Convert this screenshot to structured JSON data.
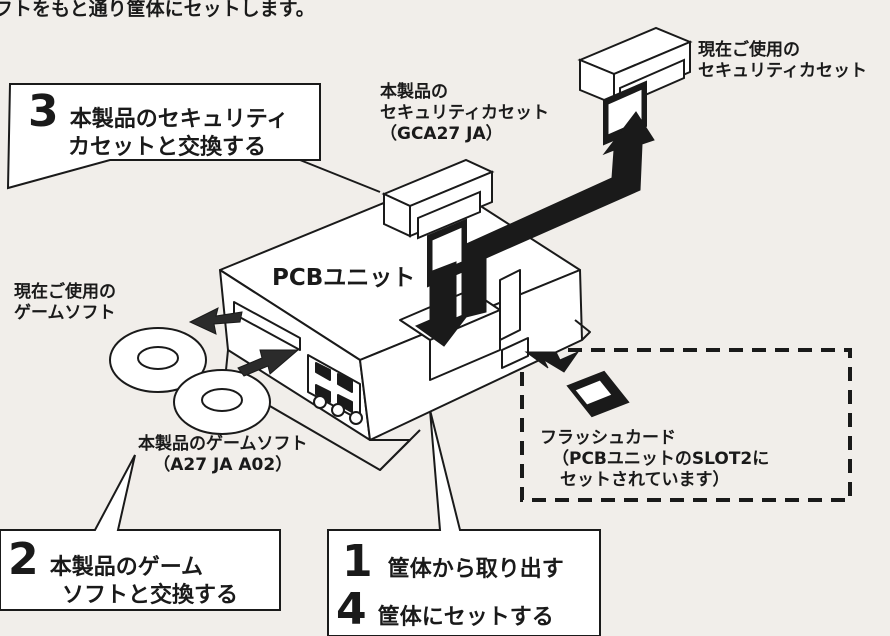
{
  "header": {
    "top_text": "フトをもと通り筐体にセットします。"
  },
  "labels": {
    "current_cassette": [
      "現在ご使用の",
      "セキュリティカセット"
    ],
    "product_cassette": [
      "本製品の",
      "セキュリティカセット",
      "（GCA27 JA）"
    ],
    "pcb_unit": "PCBユニット",
    "current_soft": [
      "現在ご使用の",
      "ゲームソフト"
    ],
    "product_soft": [
      "本製品のゲームソフト",
      "（A27 JA A02）"
    ],
    "flash_card": [
      "フラッシュカード",
      "（PCBユニットのSLOT2に",
      "セットされています）"
    ]
  },
  "callouts": {
    "step3": {
      "num": "3",
      "line1": "本製品のセキュリティ",
      "line2": "カセットと交換する"
    },
    "step2": {
      "num": "2",
      "line1": "本製品のゲーム",
      "line2": "ソフトと交換する"
    },
    "step1": {
      "num": "1",
      "line1": "筐体から取り出す"
    },
    "step4": {
      "num": "4",
      "line1": "筐体にセットする"
    }
  },
  "colors": {
    "background": "#f1eeea",
    "line": "#1a1a1a",
    "arrow_fill": "#2b2b2b",
    "light_fill": "#ffffff"
  }
}
